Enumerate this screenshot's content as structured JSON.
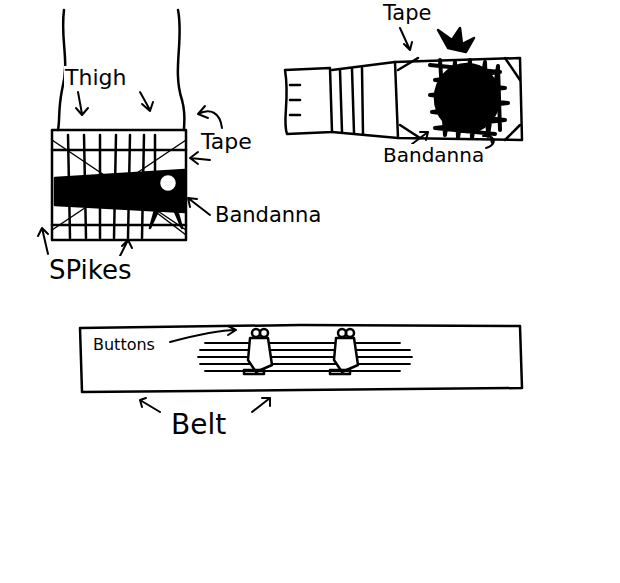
{
  "diagram": {
    "labels": [
      "Tape",
      "Thigh",
      "Tape",
      "Bandanna",
      "Bandanna",
      "SPikes",
      "Buttons",
      "Belt"
    ]
  }
}
